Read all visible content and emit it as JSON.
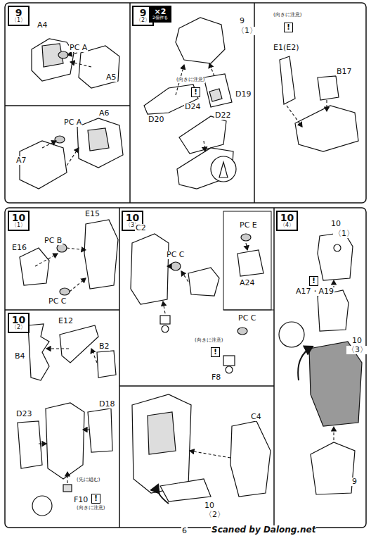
{
  "diagram": {
    "nodes": [
      {
        "text": [
          "9",
          "〈1〉"
        ]
      },
      {
        "text": [
          "9",
          "〈2〉"
        ]
      },
      {
        "text": [
          "×2",
          "2個作る"
        ]
      },
      {
        "text": [
          "10",
          "〈1〉"
        ]
      },
      {
        "text": [
          "10",
          "〈2〉"
        ]
      },
      {
        "text": [
          "10",
          "〈3〉"
        ]
      },
      {
        "text": [
          "10",
          "〈4〉"
        ]
      }
    ],
    "labels": [
      "A4",
      "PC A",
      "A5",
      "PC A",
      "A6",
      "A7",
      "9",
      "〈1〉",
      "D19",
      "D20",
      "(向きに注意)",
      "!",
      "D24",
      "D22",
      "(向きに注意)",
      "!",
      "E1(E2)",
      "B17",
      "E15",
      "PC B",
      "E16",
      "PC C",
      "E12",
      "B4",
      "B2",
      "D18",
      "D23",
      "(先に組む)",
      "F10",
      "!",
      "(向きに注意)",
      "C2",
      "PC C",
      "PC E",
      "A24",
      "PC C",
      "(向きに注意)",
      "!",
      "F8",
      "C4",
      "10",
      "〈2〉",
      "10",
      "〈1〉",
      "!",
      "A17・A19",
      "10",
      "〈3〉",
      "9",
      "6",
      "Scaned by Dalong.net"
    ]
  }
}
